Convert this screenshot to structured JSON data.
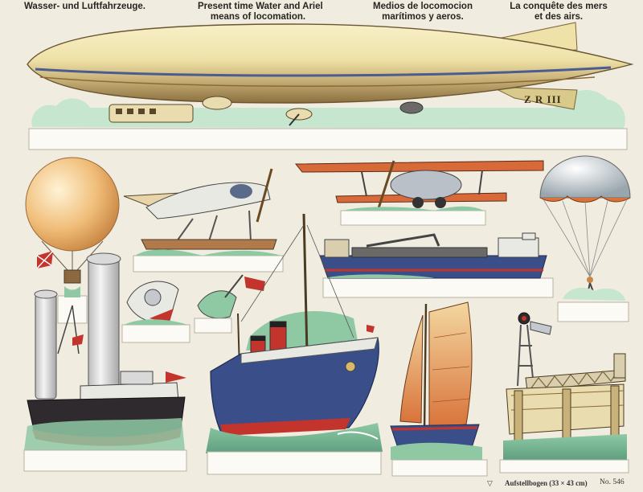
{
  "captions": {
    "german": "Wasser- und Luftfahrzeuge.",
    "english_line1": "Present time Water and Ariel",
    "english_line2": "means of locomation.",
    "spanish_line1": "Medios de locomocion",
    "spanish_line2": "marítimos y aeros.",
    "french_line1": "La conquête des mers",
    "french_line2": "et des airs."
  },
  "airship": {
    "marking": "Z R III"
  },
  "footer": {
    "mark": "▽",
    "publisher": "Aufstellbogen (33 × 43 cm)",
    "number": "No. 546"
  },
  "colors": {
    "paper": "#f1ece0",
    "navy": "#3a4f8a",
    "red": "#c2342c",
    "cream": "#efe6b8",
    "green": "#8fc9a4"
  }
}
